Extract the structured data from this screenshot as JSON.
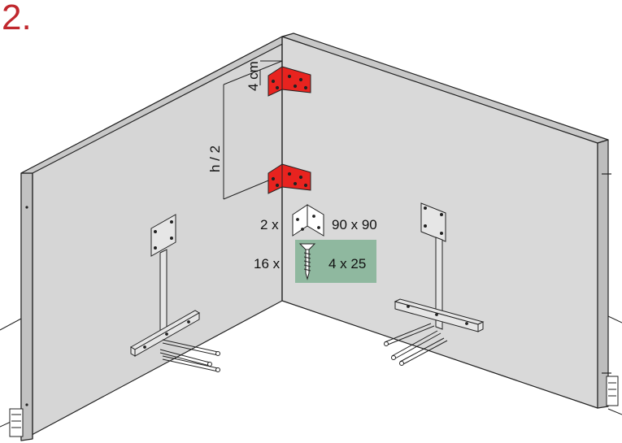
{
  "step": {
    "number": "2."
  },
  "dimensions": {
    "top_offset": "4 cm",
    "half_height": "h / 2"
  },
  "parts": {
    "bracket": {
      "quantity": "2 x",
      "size": "90 x 90",
      "icon": "angle-bracket-icon"
    },
    "screw": {
      "quantity": "16 x",
      "size": "4 x 25",
      "icon": "screw-icon"
    }
  },
  "colors": {
    "step_number": "#c0272d",
    "wall": "#d6d6d6",
    "wall_edge": "#b9b9b9",
    "bracket_highlight": "#e8231f",
    "screw_box": "#8fb89f",
    "line": "#222222"
  }
}
